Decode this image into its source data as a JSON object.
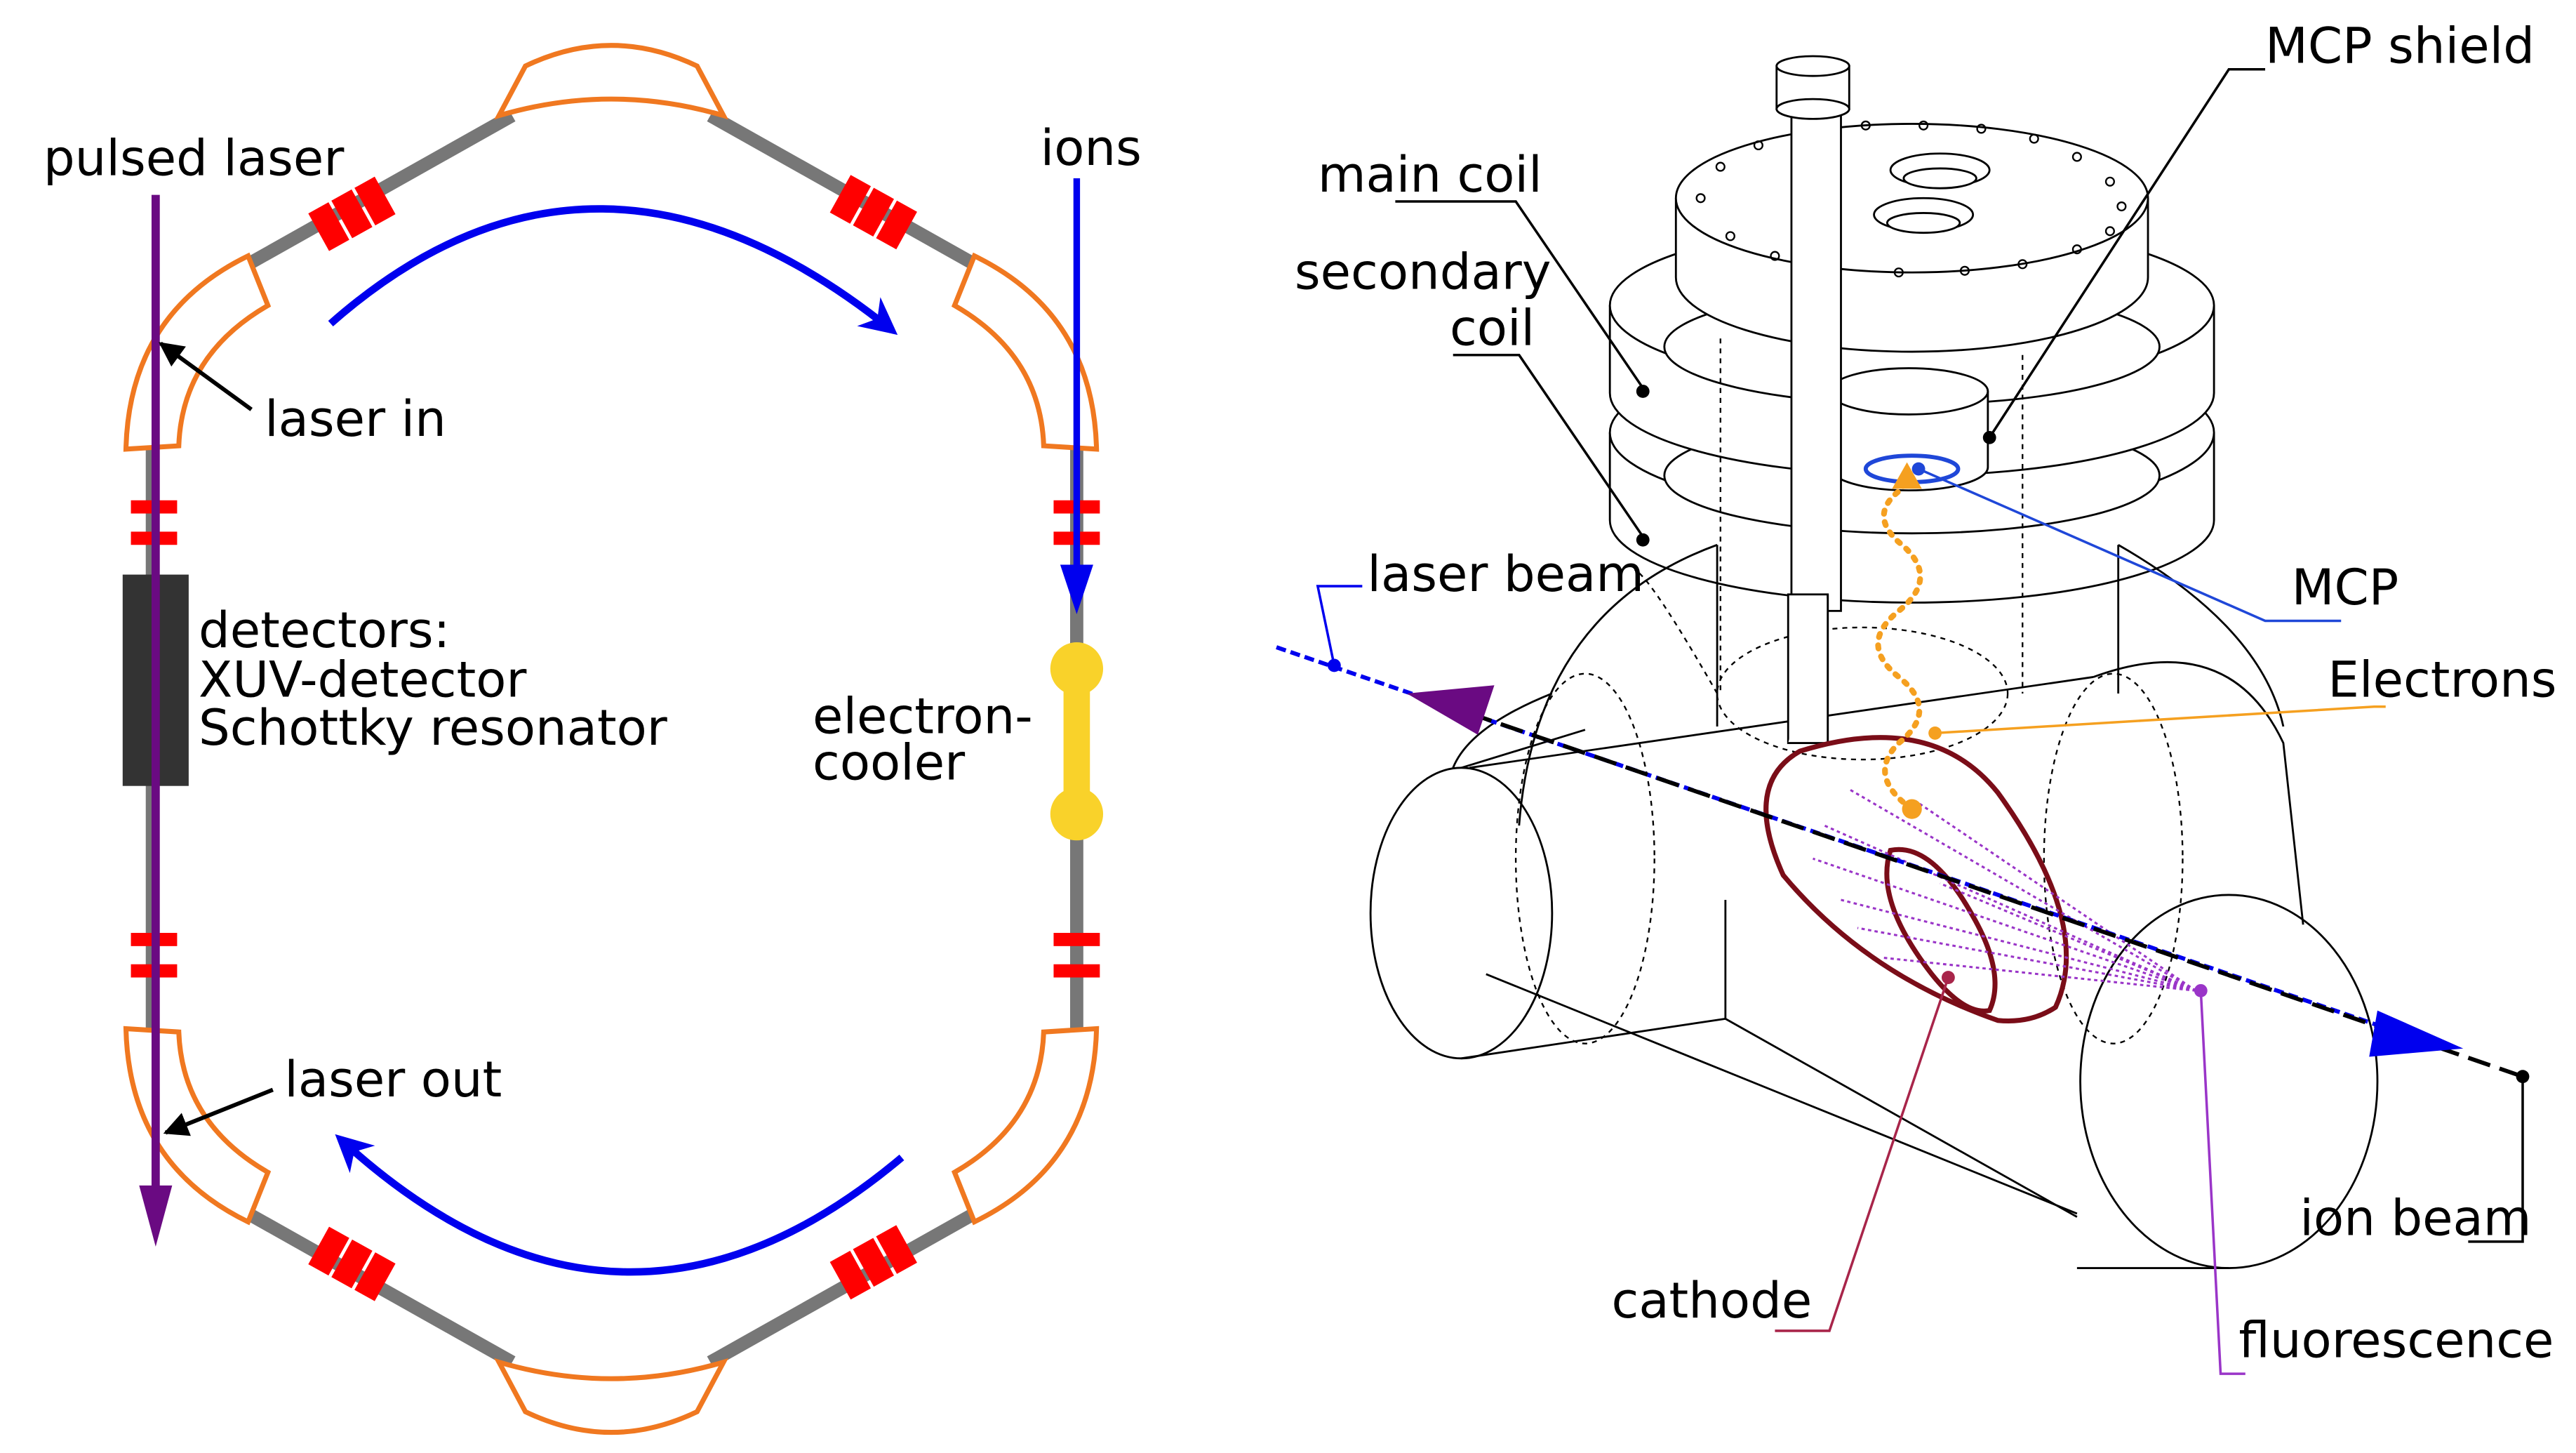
{
  "ring": {
    "labels": {
      "pulsed_laser": "pulsed laser",
      "ions": "ions",
      "laser_in": "laser in",
      "laser_out": "laser out",
      "detectors_title": "detectors:",
      "detector_1": "XUV-detector",
      "detector_2": "Schottky resonator",
      "cooler_1": "electron-",
      "cooler_2": "cooler"
    }
  },
  "setup": {
    "labels": {
      "mcp_shield": "MCP shield",
      "main_coil": "main coil",
      "secondary": "secondary",
      "coil": "coil",
      "laser_beam": "laser beam",
      "mcp": "MCP",
      "electrons": "Electrons",
      "ion_beam": "ion beam",
      "cathode": "cathode",
      "fluorescence": "fluorescence"
    }
  },
  "colors": {
    "magnet": "#f07820",
    "quadrupole": "#ff0000",
    "beamline": "#777777",
    "ion_arrow": "#0000ee",
    "laser": "#6a0a82",
    "cooler": "#f9d22a",
    "detector": "#333333",
    "cathode": "#7a0d18",
    "electrons": "#f5a020",
    "mcp_line": "#1f47d8",
    "fluorescence": "#9a35c8",
    "cathode_line": "#a8254a"
  }
}
